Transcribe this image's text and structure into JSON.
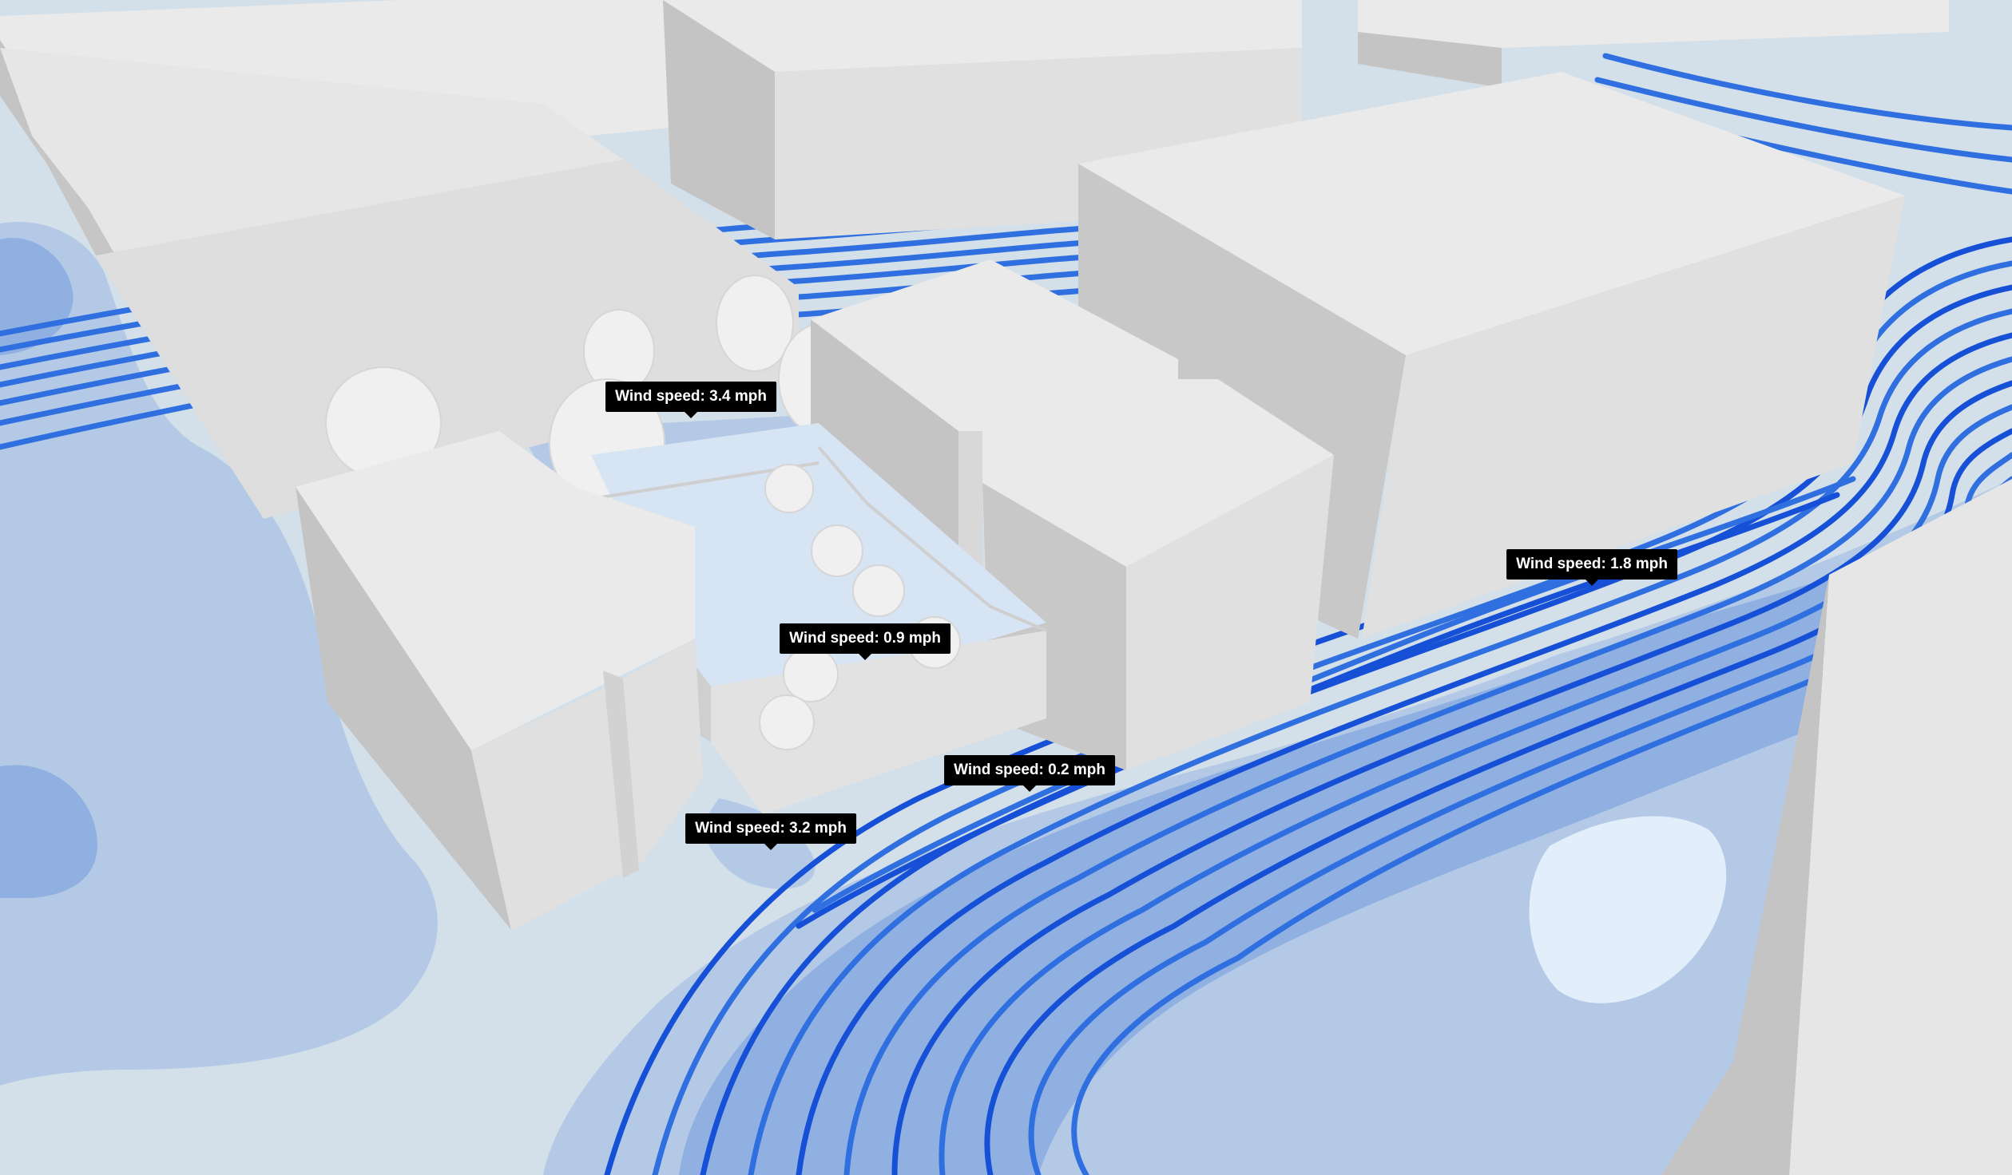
{
  "colors": {
    "ground": "#d3dfe9",
    "zone_light": "#b3c9e6",
    "zone_medium": "#8fb0e1",
    "zone_pale": "#e2eef9",
    "streamline": "#2f6fe0",
    "streamline_dark": "#1650d6",
    "building_top": "#eaeaea",
    "building_left": "#c4c4c4",
    "building_right": "#dcdcdc",
    "tree": "#f0f0f0",
    "tooltip_bg": "#000000",
    "tooltip_text": "#ffffff"
  },
  "probes": [
    {
      "id": "probe-1",
      "label": "Wind speed: 3.4 mph",
      "value_mph": 3.4
    },
    {
      "id": "probe-2",
      "label": "Wind speed: 1.8 mph",
      "value_mph": 1.8
    },
    {
      "id": "probe-3",
      "label": "Wind speed: 0.9 mph",
      "value_mph": 0.9
    },
    {
      "id": "probe-4",
      "label": "Wind speed: 0.2 mph",
      "value_mph": 0.2
    },
    {
      "id": "probe-5",
      "label": "Wind speed: 3.2 mph",
      "value_mph": 3.2
    }
  ]
}
